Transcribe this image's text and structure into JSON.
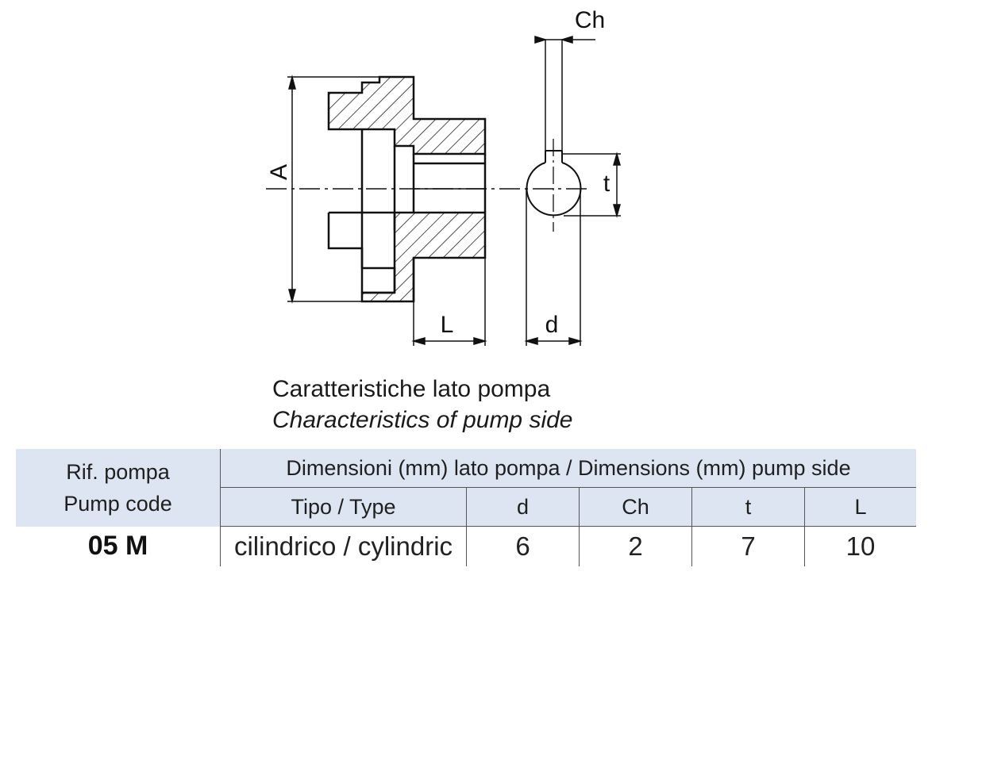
{
  "drawing": {
    "labels": {
      "a": "A",
      "l": "L",
      "d": "d",
      "ch": "Ch",
      "t": "t"
    }
  },
  "caption": {
    "italian": "Caratteristiche lato pompa",
    "english": "Characteristics of pump side"
  },
  "table": {
    "header_code": [
      "Rif. pompa",
      "Pump code"
    ],
    "header_group": "Dimensioni (mm) lato pompa / Dimensions (mm) pump side",
    "columns": [
      "Tipo / Type",
      "d",
      "Ch",
      "t",
      "L"
    ],
    "rows": [
      {
        "code": "05 M",
        "type": "cilindrico / cylindric",
        "d": "6",
        "ch": "2",
        "t": "7",
        "l": "10"
      }
    ]
  },
  "colors": {
    "header_bg": "#dde5f2"
  }
}
